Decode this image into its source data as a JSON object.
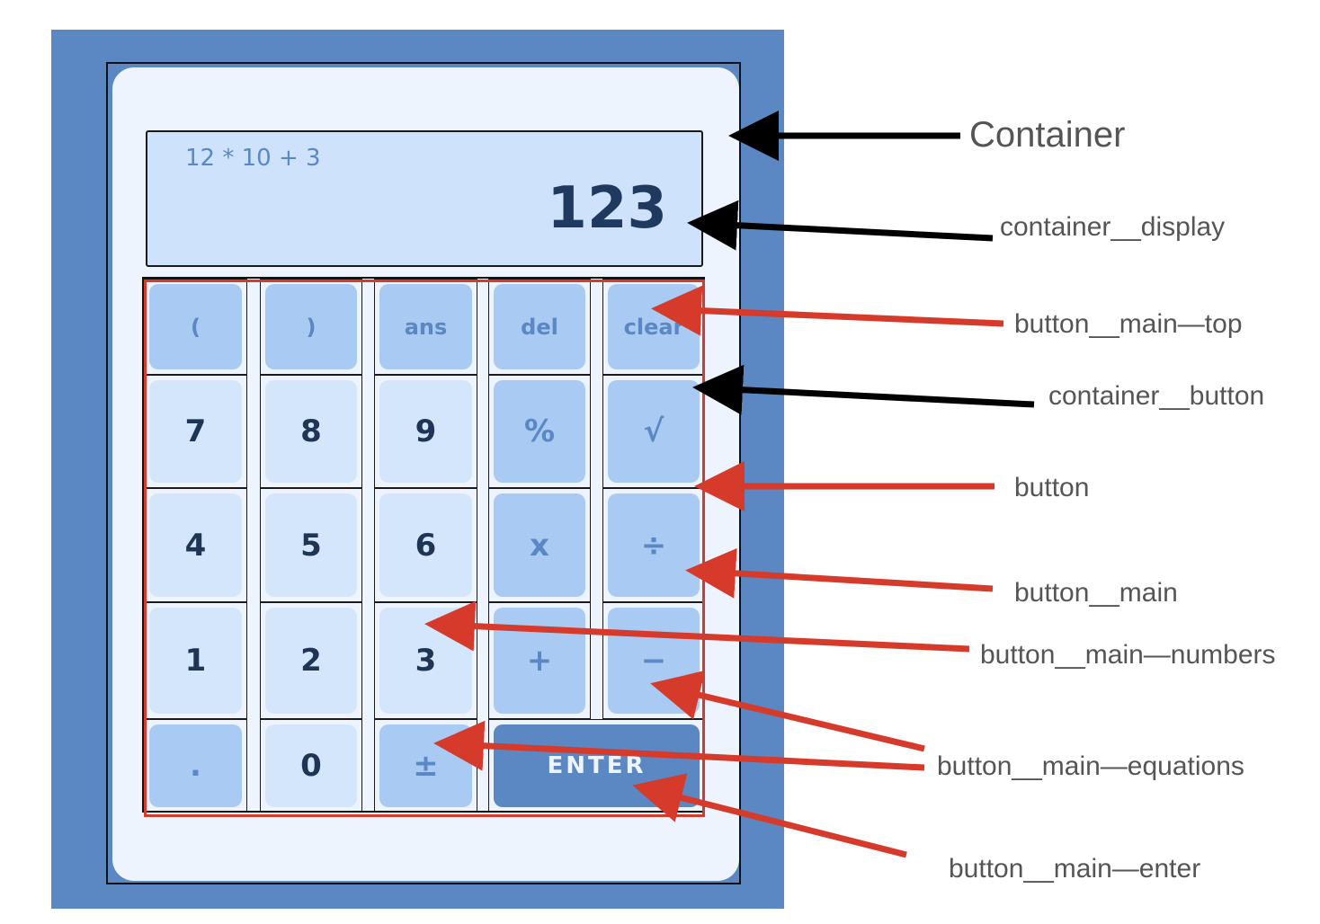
{
  "display": {
    "expression": "12 * 10 + 3",
    "result": "123"
  },
  "buttons": [
    {
      "label": "(",
      "kind": "top"
    },
    {
      "label": ")",
      "kind": "top"
    },
    {
      "label": "ans",
      "kind": "top"
    },
    {
      "label": "del",
      "kind": "top"
    },
    {
      "label": "clear",
      "kind": "top"
    },
    {
      "label": "7",
      "kind": "num"
    },
    {
      "label": "8",
      "kind": "num"
    },
    {
      "label": "9",
      "kind": "num"
    },
    {
      "label": "%",
      "kind": "op"
    },
    {
      "label": "√",
      "kind": "op"
    },
    {
      "label": "4",
      "kind": "num"
    },
    {
      "label": "5",
      "kind": "num"
    },
    {
      "label": "6",
      "kind": "num"
    },
    {
      "label": "x",
      "kind": "op"
    },
    {
      "label": "÷",
      "kind": "op"
    },
    {
      "label": "1",
      "kind": "num"
    },
    {
      "label": "2",
      "kind": "num"
    },
    {
      "label": "3",
      "kind": "num"
    },
    {
      "label": "+",
      "kind": "op"
    },
    {
      "label": "−",
      "kind": "op"
    },
    {
      "label": ".",
      "kind": "op"
    },
    {
      "label": "0",
      "kind": "num"
    },
    {
      "label": "±",
      "kind": "op"
    },
    {
      "label": "ENTER",
      "kind": "enter"
    }
  ],
  "annotations": {
    "container": "Container",
    "container_display": "container__display",
    "button_main_top": "button__main—top",
    "container_button": "container__button",
    "button": "button",
    "button_main": "button__main",
    "button_main_numbers": "button__main—numbers",
    "button_main_equations": "button__main—equations",
    "button_main_enter": "button__main—enter"
  },
  "colors": {
    "frame": "#5b87c2",
    "panel": "#edf4fe",
    "display": "#cfe2fb",
    "number_button": "#d4e6fb",
    "operator_button": "#a9cbf3",
    "enter_button": "#5b87c2",
    "arrow_black": "#000000",
    "arrow_red": "#d63a2a"
  }
}
